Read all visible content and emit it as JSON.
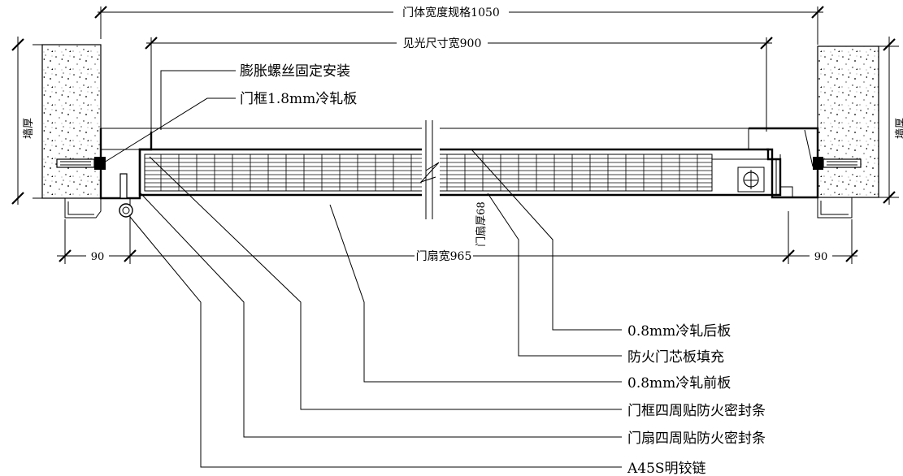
{
  "dimensions": {
    "door_body_width": "门体宽度规格1050",
    "clear_opening_width": "见光尺寸宽900",
    "leaf_width": "门扇宽965",
    "left_offset": "90",
    "right_offset": "90",
    "leaf_thickness": "门扇厚68",
    "wall_thickness_left": "墙厚",
    "wall_thickness_right": "墙厚"
  },
  "top_callouts": {
    "expansion_bolt": "膨胀螺丝固定安装",
    "frame_material": "门框1.8mm冷轧板"
  },
  "callouts": [
    "0.8mm冷轧后板",
    "防火门芯板填充",
    "0.8mm冷轧前板",
    "门框四周贴防火密封条",
    "门扇四周贴防火密封条",
    "A45S明铰链"
  ]
}
